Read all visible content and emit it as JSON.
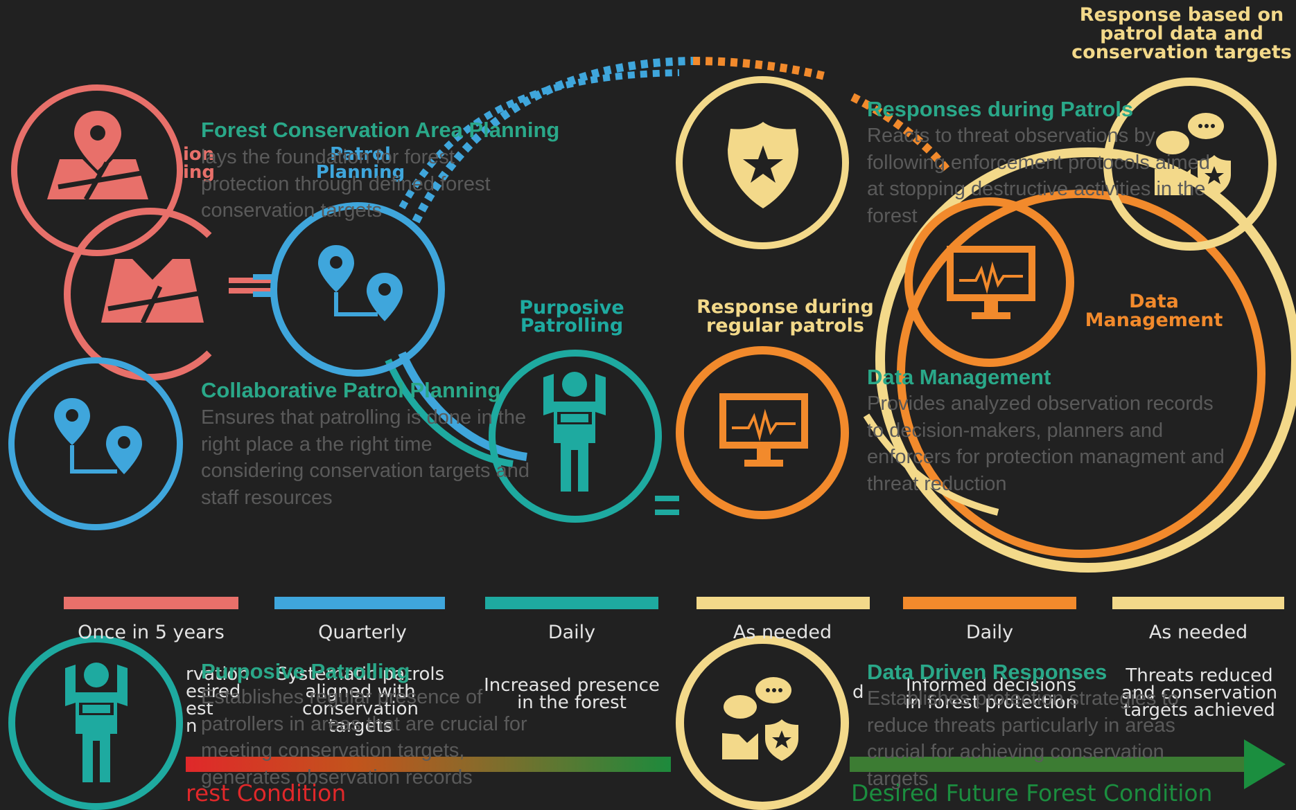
{
  "colors": {
    "background": "#212121",
    "coral": "#e8706a",
    "blue": "#3fa6dc",
    "teal": "#1eaaa0",
    "yellow": "#f3d98a",
    "orange": "#f28a2c",
    "green_text": "#2aa889",
    "grey_text": "#5a5a5a"
  },
  "top_right_label": [
    "Response based on",
    "patrol data and",
    "conservation targets"
  ],
  "stage_labels": {
    "conservation_planning_partial": [
      "ion",
      "ing"
    ],
    "patrol_planning": [
      "Patrol",
      "Planning"
    ],
    "purposive_patrolling": [
      "Purposive",
      "Patrolling"
    ],
    "response_regular": [
      "Response during",
      "regular patrols"
    ],
    "data_management": [
      "Data",
      "Management"
    ]
  },
  "cards": {
    "forest_conservation_area_planning": {
      "title": "Forest Conservation Area Planning",
      "description": [
        "lays the foundation for forest",
        "protection through defined forest",
        "conservation targets"
      ]
    },
    "collaborative_patrol_planning": {
      "title": "Collaborative Patrol Planning",
      "description": [
        "Ensures that patrolling is done in the",
        "right place a the right time",
        "considering conservation targets and",
        "staff resources"
      ]
    },
    "purposive_patrolling": {
      "title": "Purposive Patrolling",
      "description": [
        "Establishes regular presence of",
        "patrollers in areas that are crucial for",
        "meeting conservation targets,",
        "generates observation records"
      ]
    },
    "responses_during_patrols": {
      "title": "Responses during Patrols",
      "description": [
        "Reacts to threat observations by",
        "following enforcement protocols aimed",
        "at stopping destructive activities in the",
        "forest"
      ]
    },
    "data_management": {
      "title": "Data Management",
      "description": [
        "Provides analyzed observation records",
        "to decision-makers, planners and",
        "enforcers for protection managment and",
        "threat reduction"
      ]
    },
    "data_driven_responses": {
      "title": "Data Driven Responses",
      "description": [
        "Establishes protection strategies to",
        "reduce threats particularly in areas",
        "crucial for achieving conservation",
        "targets"
      ]
    }
  },
  "frequencies": [
    "Once in 5 years",
    "Quarterly",
    "Daily",
    "As needed",
    "Daily",
    "As needed"
  ],
  "outcomes": {
    "col1_partial": [
      "rvation",
      "esired",
      "est",
      "n"
    ],
    "col2": [
      "Systematic patrols",
      "aligned with",
      "conservation",
      "targets"
    ],
    "col3": [
      "Increased presence",
      "in the forest"
    ],
    "col5": [
      "Informed decisions",
      "in forest protection"
    ],
    "col5_partial": "d",
    "col6": [
      "Threats reduced",
      "and conservation",
      "targets achieved"
    ]
  },
  "bottom_labels": {
    "left_partial": "rest Condition",
    "right": "Desired Future Forest Condition"
  },
  "icons": {
    "map_pin": "map-pin-icon",
    "route": "route-pins-icon",
    "ranger": "ranger-icon",
    "shield": "police-shield-icon",
    "monitor": "monitor-pulse-icon",
    "chat_response": "chat-shield-chart-icon"
  }
}
